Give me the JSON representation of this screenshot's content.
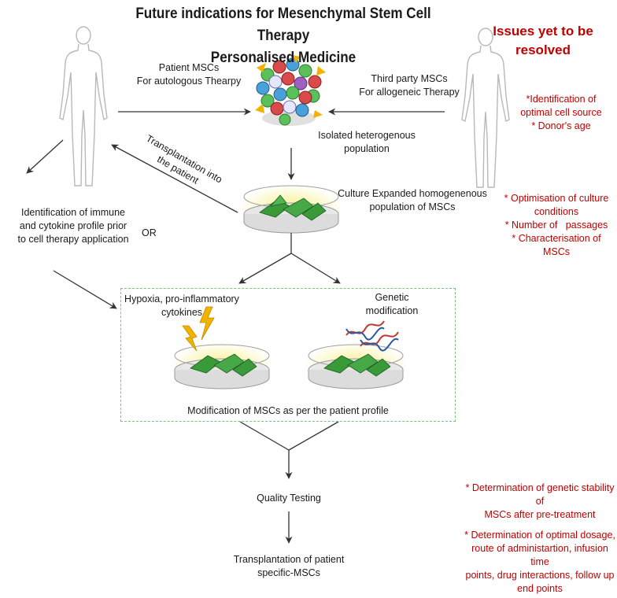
{
  "title_line1": "Future indications for Mesenchymal Stem Cell Therapy",
  "title_line2": "Personalised Medicine",
  "issues_heading": "Issues yet to be resolved",
  "labels": {
    "patient_mscs_1": "Patient MSCs",
    "patient_mscs_2": "For autologous Thearpy",
    "third_party_1": "Third party MSCs",
    "third_party_2": "For allogeneic Therapy",
    "isolated_1": "Isolated heterogenous",
    "isolated_2": "population",
    "transplant_rot_1": "Transplantation into",
    "transplant_rot_2": "the patient",
    "culture_1": "Culture Expanded homogenenous",
    "culture_2": "population of MSCs",
    "immune_1": "Identification of immune",
    "immune_2": "and cytokine profile prior",
    "immune_3": "to cell therapy application",
    "or": "OR",
    "hypoxia_1": "Hypoxia, pro-inflammatory",
    "hypoxia_2": "cytokines",
    "genetic_1": "Genetic",
    "genetic_2": "modification",
    "modification": "Modification of MSCs as per the patient profile",
    "quality": "Quality Testing",
    "transplant_final_1": "Transplantation of patient",
    "transplant_final_2": "specific-MSCs"
  },
  "issues": {
    "cell_source_1": "*Identification of",
    "cell_source_2": "optimal cell source",
    "donor_age": "* Donor's age",
    "culture_1": "* Optimisation of culture",
    "culture_2": "conditions",
    "passages": "* Number of   passages",
    "characterisation_1": "* Characterisation of",
    "characterisation_2": "MSCs",
    "stability_1": "* Determination of genetic stability of",
    "stability_2": "MSCs after pre-treatment",
    "dosage_1": "* Determination of optimal dosage,",
    "dosage_2": "route of administartion, infusion time",
    "dosage_3": "points, drug interactions, follow up",
    "dosage_4": "end points"
  },
  "colors": {
    "issue_red": "#c00000",
    "arrow": "#333333",
    "cell_green": "#3a9a3a",
    "glow_yellow": "#f4e65a",
    "bolt_orange": "#f0b400",
    "box_border": "#7fbf7f"
  }
}
